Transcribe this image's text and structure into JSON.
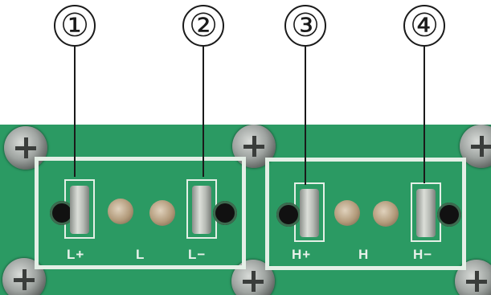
{
  "callouts": [
    "①",
    "②",
    "③",
    "④"
  ],
  "terminal_labels": [
    "L+",
    "L",
    "L−",
    "H+",
    "H",
    "H−"
  ],
  "colors": {
    "board": "#2b9a63",
    "silkscreen": "#e4efe6",
    "callout_ink": "#1a1a1a"
  }
}
